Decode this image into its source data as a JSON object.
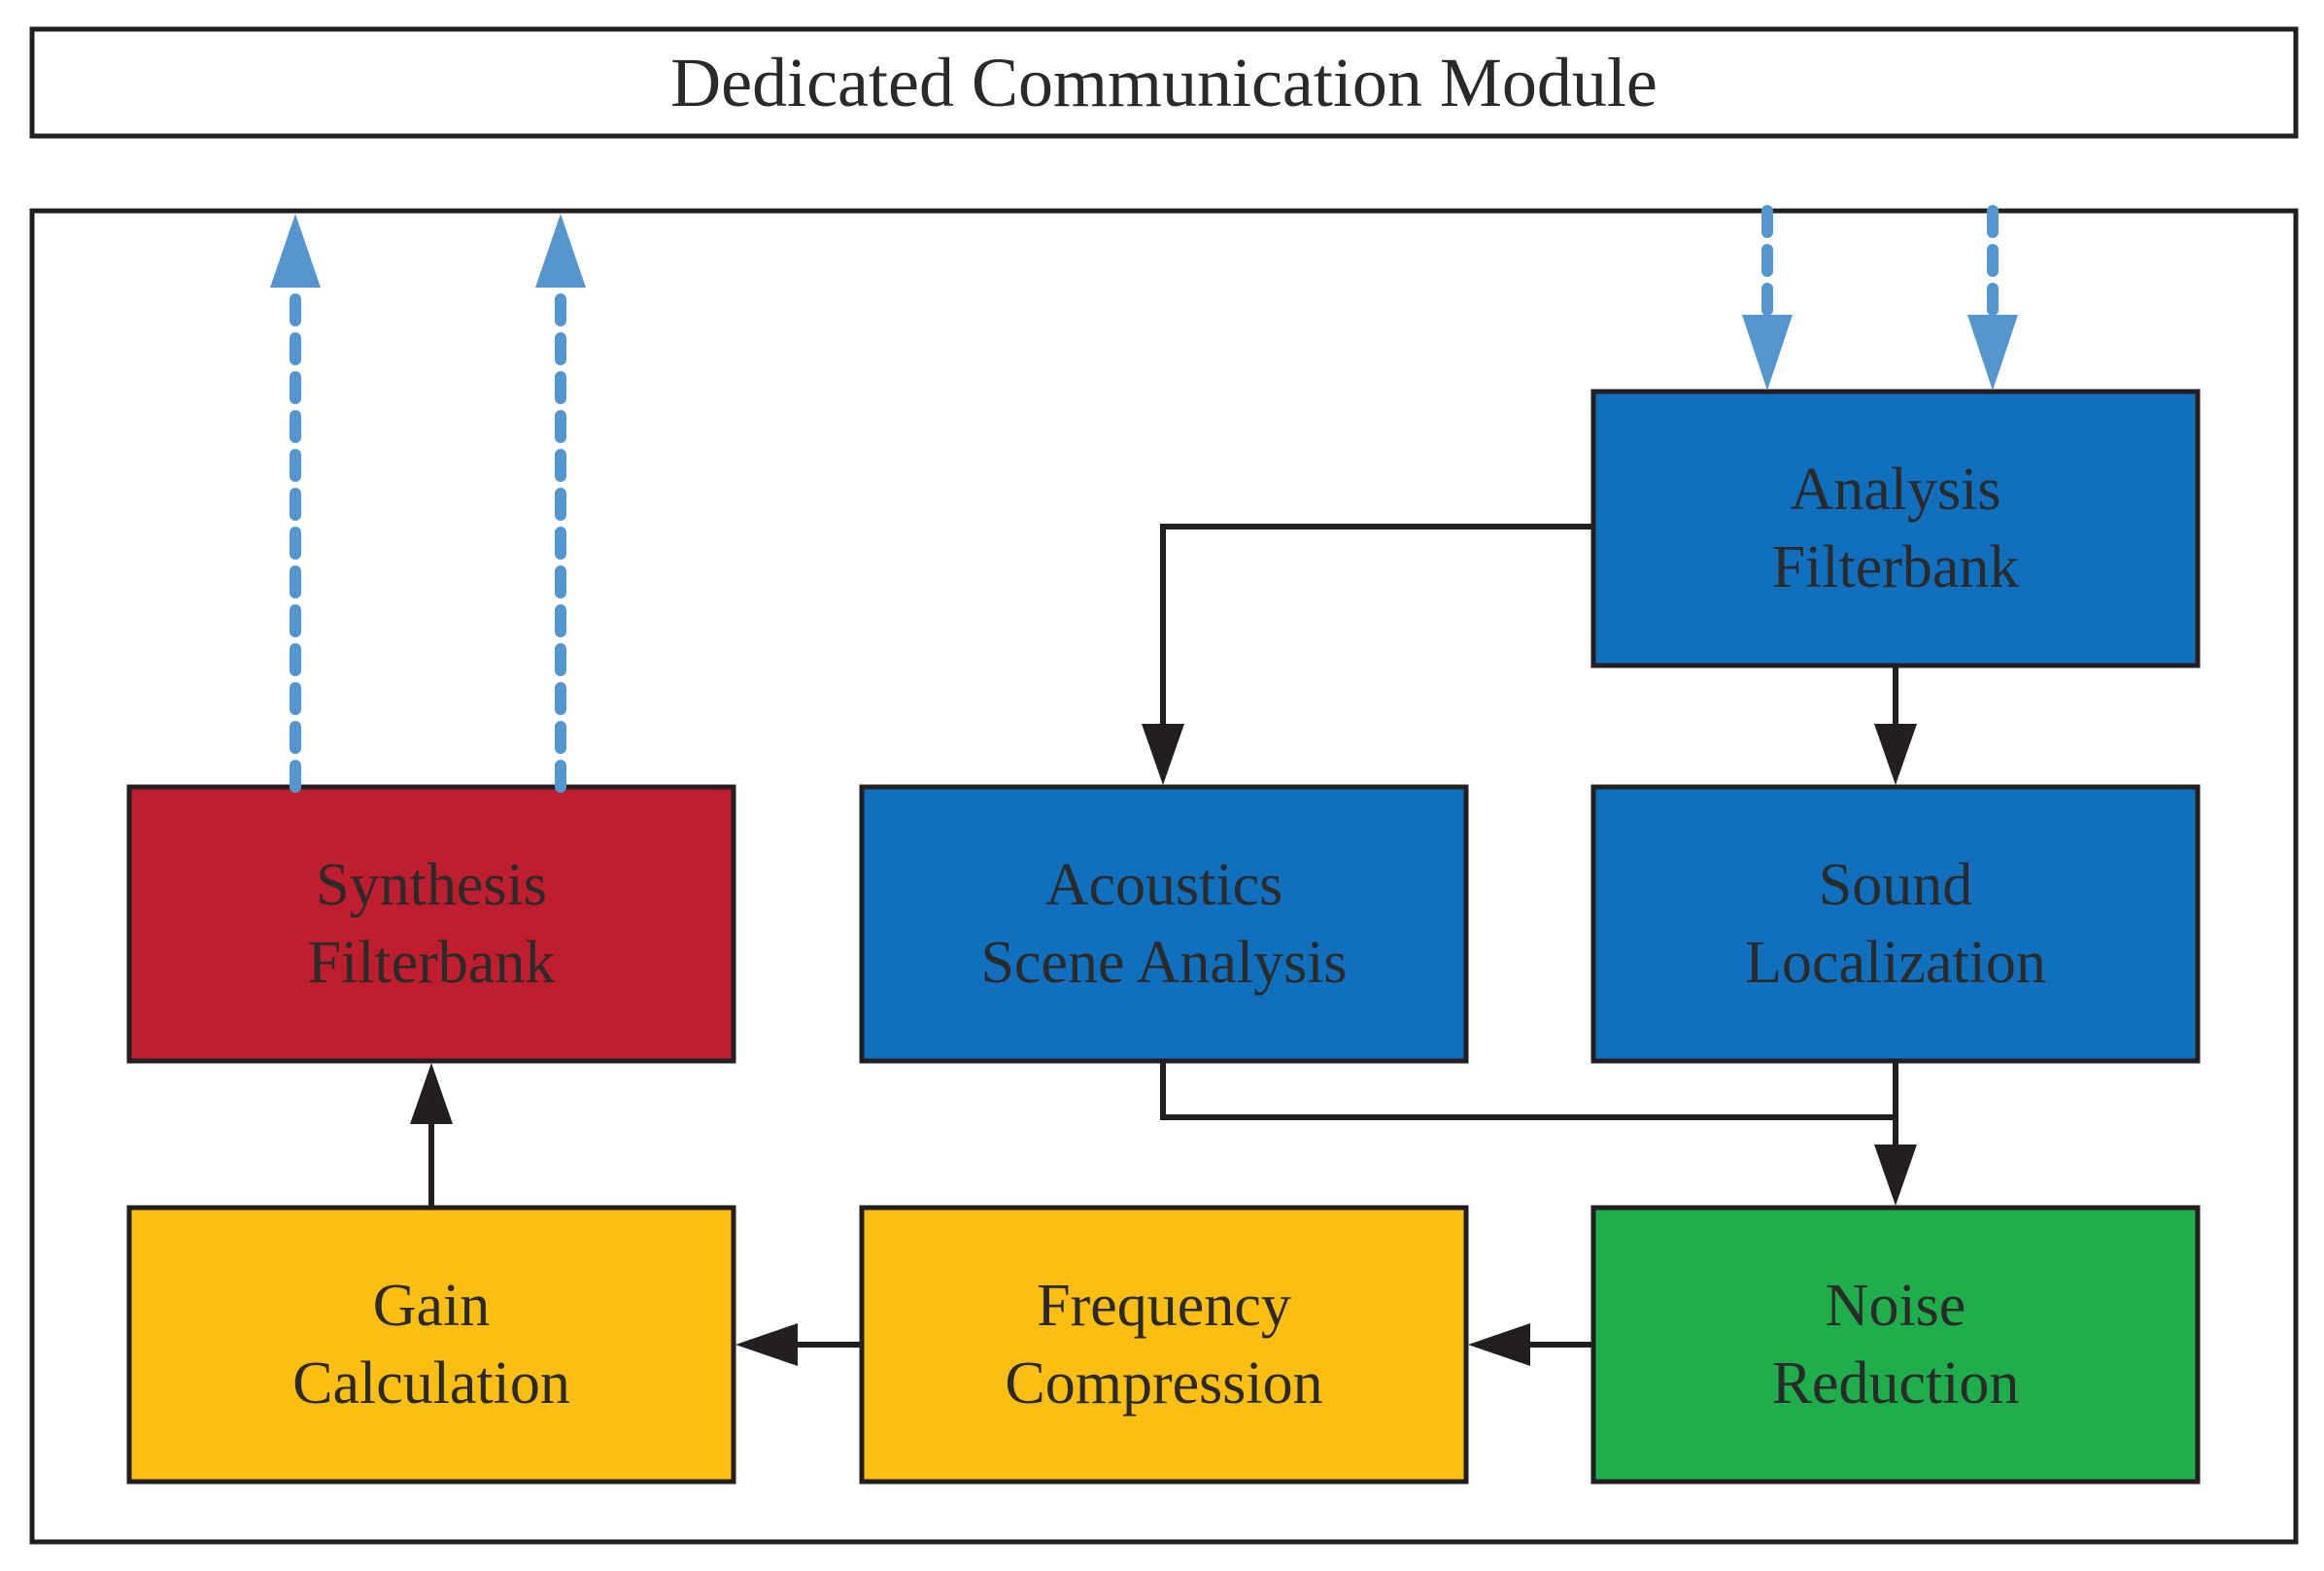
{
  "title": "Dedicated Communication Module",
  "blocks": {
    "analysis_filterbank": {
      "line1": "Analysis",
      "line2": "Filterbank",
      "color": "#1170BD"
    },
    "acoustics_scene_analysis": {
      "line1": "Acoustics",
      "line2": "Scene Analysis",
      "color": "#1170BD"
    },
    "sound_localization": {
      "line1": "Sound",
      "line2": "Localization",
      "color": "#1170BD"
    },
    "synthesis_filterbank": {
      "line1": "Synthesis",
      "line2": "Filterbank",
      "color": "#BE1E2D"
    },
    "gain_calculation": {
      "line1": "Gain",
      "line2": "Calculation",
      "color": "#FDBE12"
    },
    "frequency_compression": {
      "line1": "Frequency",
      "line2": "Compression",
      "color": "#FDBE12"
    },
    "noise_reduction": {
      "line1": "Noise",
      "line2": "Reduction",
      "color": "#1EAF4C"
    }
  },
  "colors": {
    "border": "#231F20",
    "dashed_arrow": "#5497D0"
  }
}
